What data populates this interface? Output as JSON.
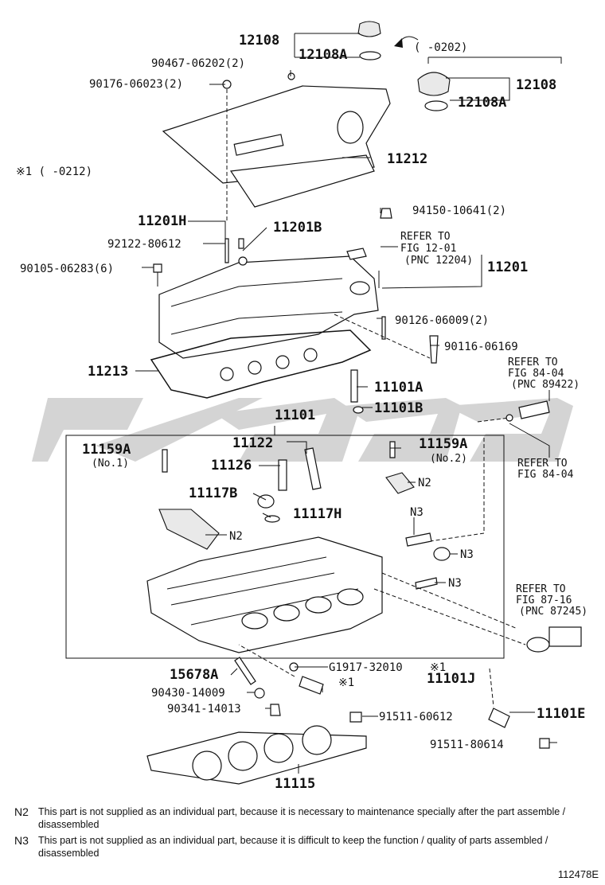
{
  "parts": {
    "p12108_top": "12108",
    "p12108A_top": "12108A",
    "range_cap": "(      -0202)",
    "p12108_side": "12108",
    "p12108A_side": "12108A",
    "p90467": "90467-06202(2)",
    "p90176": "90176-06023(2)",
    "range_cover": "※1 (      -0212)",
    "p11212": "11212",
    "p94150": "94150-10641(2)",
    "p11201H": "11201H",
    "p92122": "92122-80612",
    "p11201B": "11201B",
    "p90105": "90105-06283(6)",
    "p11201": "11201",
    "p90126": "90126-06009(2)",
    "p90116": "90116-06169",
    "p11213": "11213",
    "p11101A": "11101A",
    "p11101B": "11101B",
    "p11101": "11101",
    "p11159A_1": "11159A",
    "no1": "(No.1)",
    "p11122": "11122",
    "p11159A_2": "11159A",
    "no2": "(No.2)",
    "p11126": "11126",
    "n2_a": "N2",
    "p11117B": "11117B",
    "p11117H": "11117H",
    "n2_b": "N2",
    "n3_a": "N3",
    "n3_b": "N3",
    "n3_c": "N3",
    "p15678A": "15678A",
    "pG1917": "G1917-32010",
    "mark1a": "※1",
    "p11101J": "11101J",
    "mark1b": "※1",
    "p90430": "90430-14009",
    "p90341": "90341-14013",
    "p91511_60612": "91511-60612",
    "p11101E": "11101E",
    "p91511_80614": "91511-80614",
    "p11115": "11115"
  },
  "refs": {
    "ref1_l1": "REFER TO",
    "ref1_l2": "FIG 12-01",
    "ref1_l3": "(PNC 12204)",
    "ref2_l1": "REFER TO",
    "ref2_l2": "FIG 84-04",
    "ref2_l3": "(PNC 89422)",
    "ref3_l1": "REFER TO",
    "ref3_l2": "FIG 84-04",
    "ref4_l1": "REFER TO",
    "ref4_l2": "FIG 87-16",
    "ref4_l3": "(PNC 87245)"
  },
  "notes": {
    "n2_key": "N2",
    "n2_text": "This part is not supplied as an individual part, because it is necessary to maintenance specially after the part assemble / disassembled",
    "n3_key": "N3",
    "n3_text": "This part is not supplied as an individual part, because it is difficult to keep the function / quality of parts assembled / disassembled"
  },
  "figure_code": "112478E",
  "colors": {
    "watermark": "#d4d4d4",
    "ink": "#111111"
  }
}
